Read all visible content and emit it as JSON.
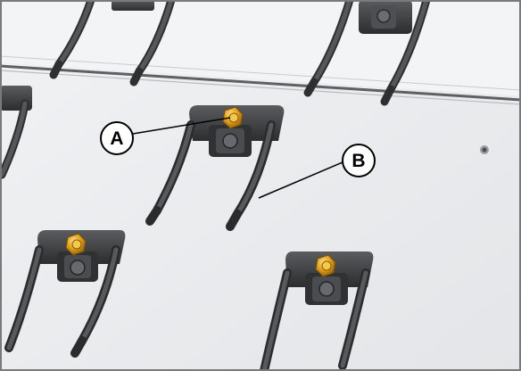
{
  "figure": {
    "callouts": [
      {
        "id": "A",
        "label": "A"
      },
      {
        "id": "B",
        "label": "B"
      }
    ]
  },
  "colors": {
    "panel": "#eceef0",
    "panel_light": "#f4f5f6",
    "tine": "#4a4c4e",
    "tine_dark": "#2a2b2c",
    "bracket": "#3c3d3f",
    "nut": "#e0a020",
    "nut_dark": "#8a5a08",
    "frame": "#7a7a7a"
  }
}
